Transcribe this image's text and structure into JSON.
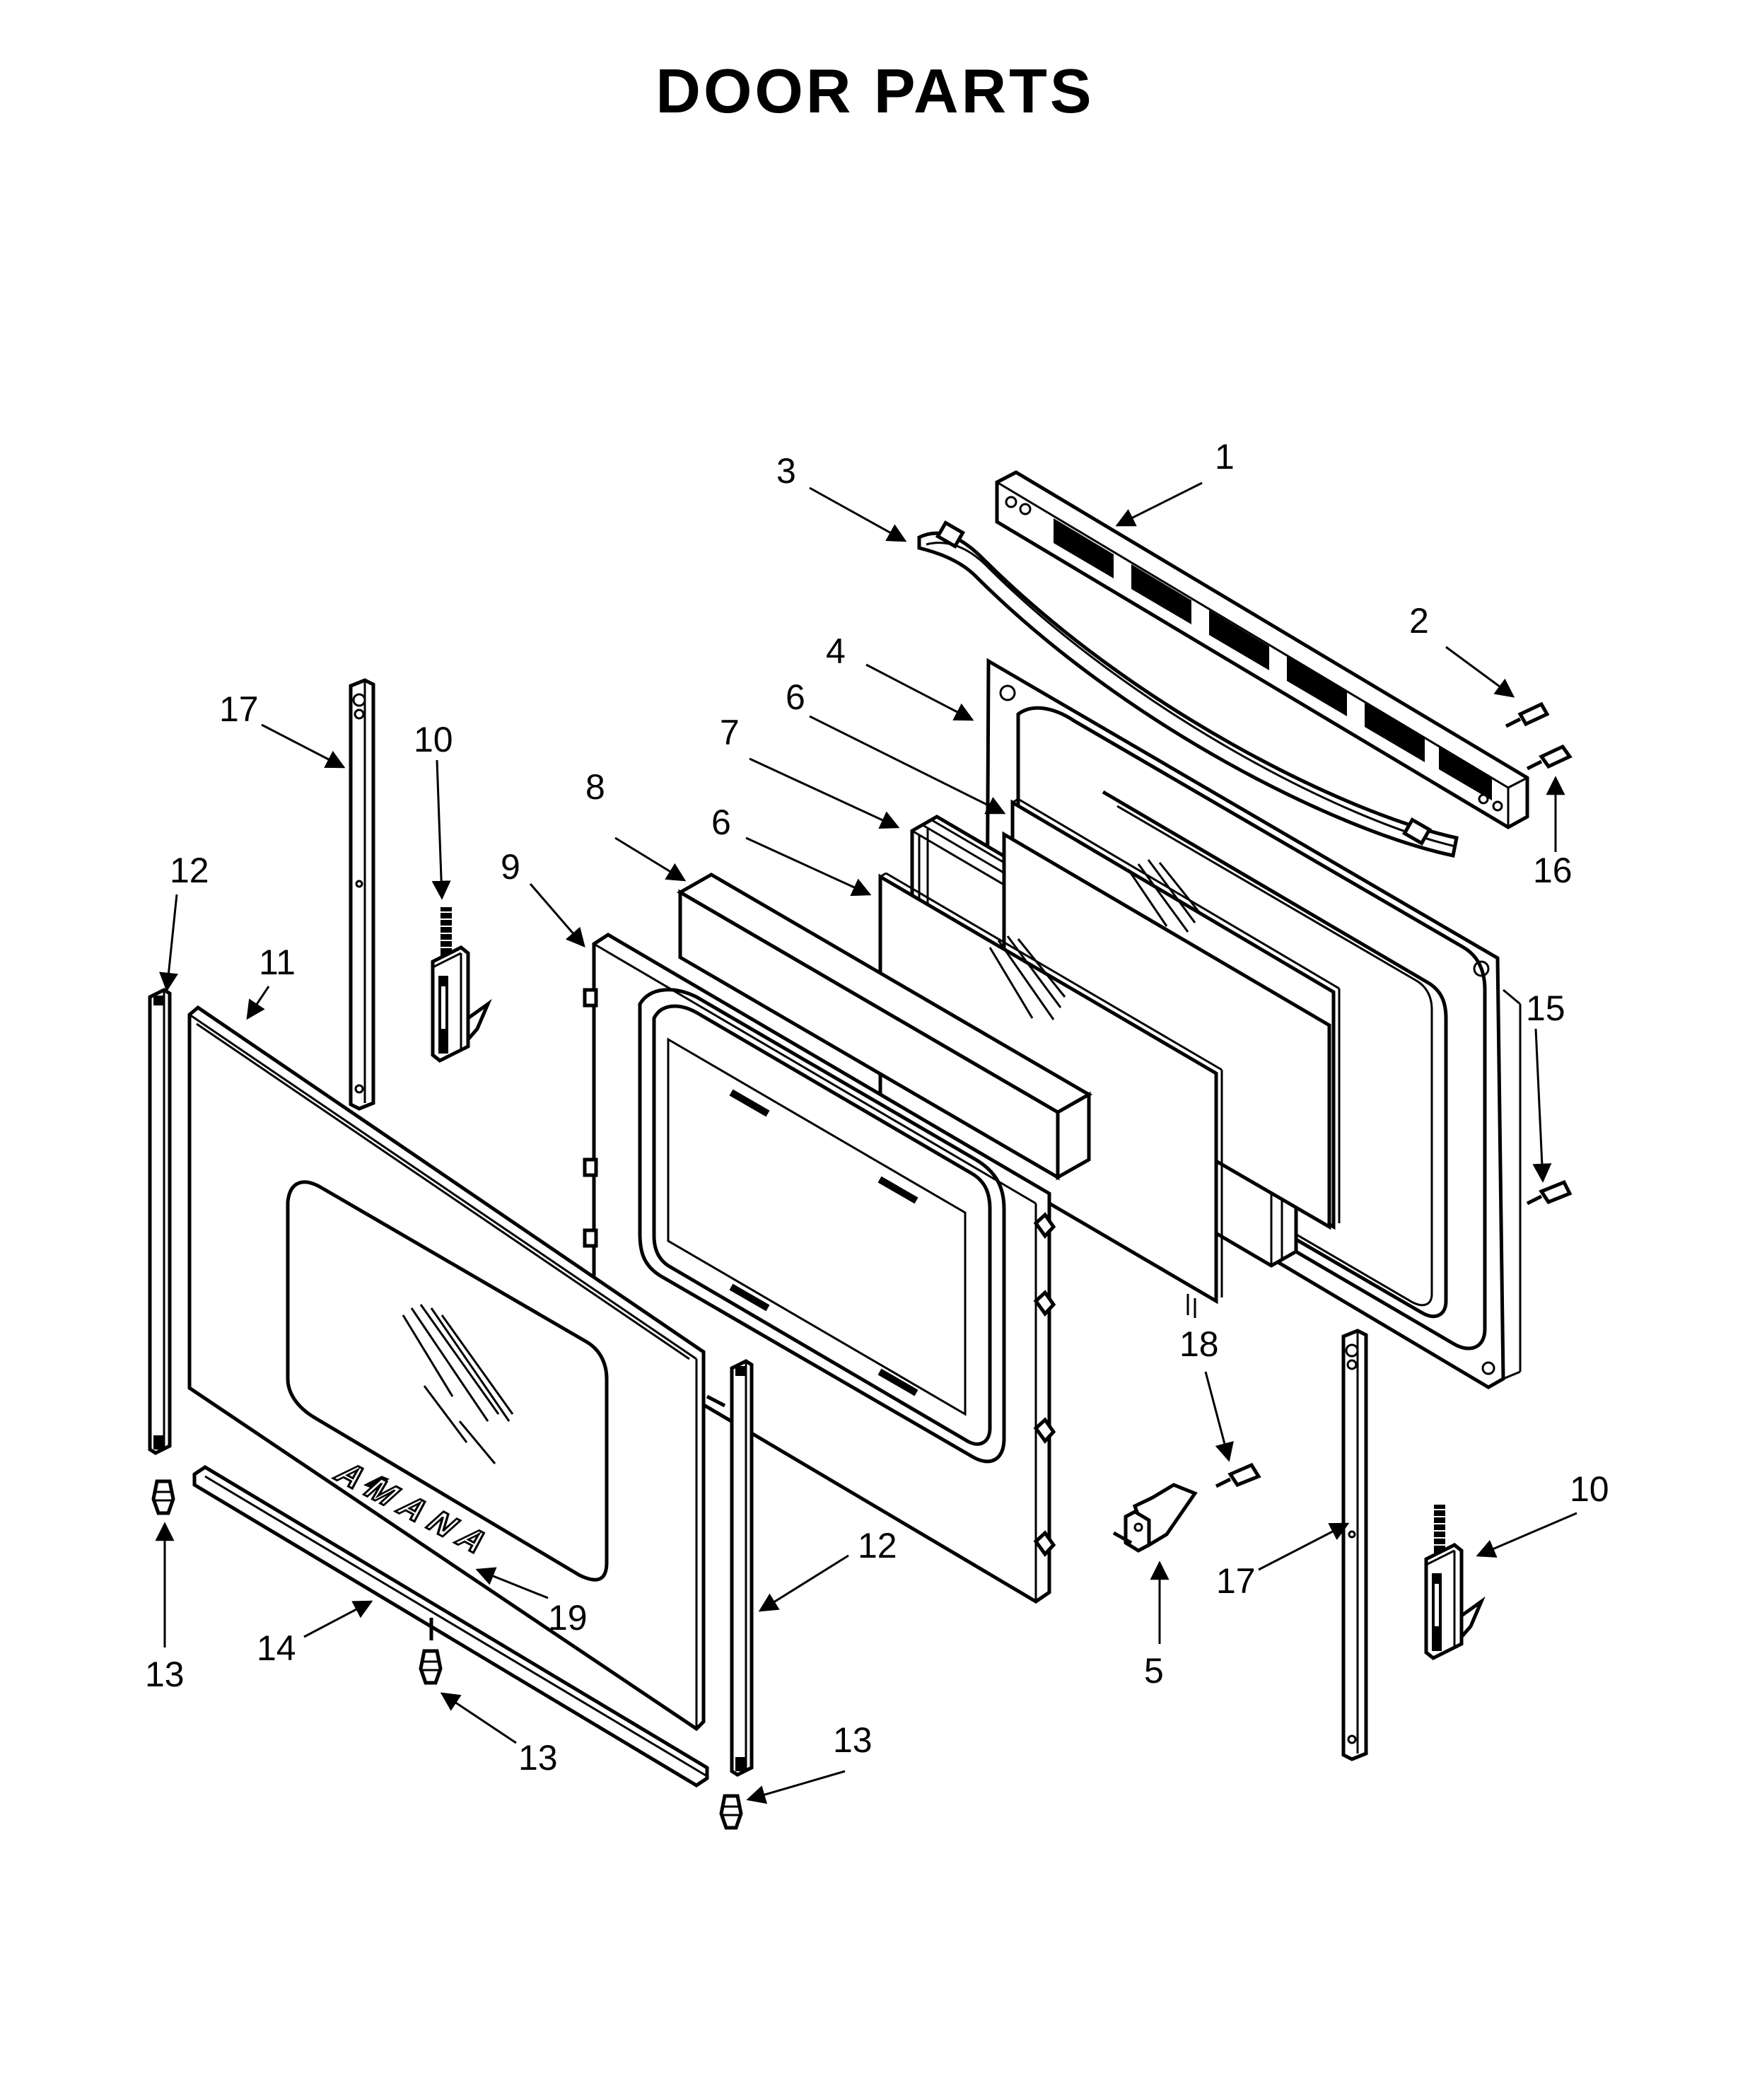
{
  "title": "DOOR PARTS",
  "brand_text": "AMANA",
  "callouts": [
    {
      "id": "c1",
      "text": "1"
    },
    {
      "id": "c2",
      "text": "2"
    },
    {
      "id": "c3",
      "text": "3"
    },
    {
      "id": "c4",
      "text": "4"
    },
    {
      "id": "c5",
      "text": "5"
    },
    {
      "id": "c6a",
      "text": "6"
    },
    {
      "id": "c6b",
      "text": "6"
    },
    {
      "id": "c7",
      "text": "7"
    },
    {
      "id": "c8",
      "text": "8"
    },
    {
      "id": "c9",
      "text": "9"
    },
    {
      "id": "c10a",
      "text": "10"
    },
    {
      "id": "c10b",
      "text": "10"
    },
    {
      "id": "c11",
      "text": "11"
    },
    {
      "id": "c12a",
      "text": "12"
    },
    {
      "id": "c12b",
      "text": "12"
    },
    {
      "id": "c13a",
      "text": "13"
    },
    {
      "id": "c13b",
      "text": "13"
    },
    {
      "id": "c13c",
      "text": "13"
    },
    {
      "id": "c14",
      "text": "14"
    },
    {
      "id": "c15",
      "text": "15"
    },
    {
      "id": "c16",
      "text": "16"
    },
    {
      "id": "c17a",
      "text": "17"
    },
    {
      "id": "c17b",
      "text": "17"
    },
    {
      "id": "c18",
      "text": "18"
    },
    {
      "id": "c19",
      "text": "19"
    }
  ]
}
